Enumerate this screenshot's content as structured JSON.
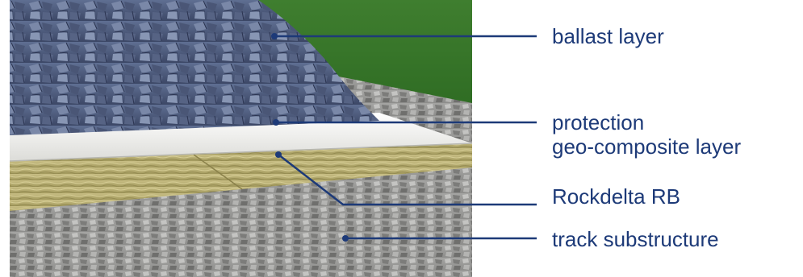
{
  "diagram": {
    "accent_color": "#1d3a78",
    "layers": [
      {
        "id": "ballast",
        "label": "ballast layer"
      },
      {
        "id": "protection",
        "label_line1": "protection",
        "label_line2": "geo-composite layer"
      },
      {
        "id": "rockdelta",
        "label": "Rockdelta RB"
      },
      {
        "id": "substructure",
        "label": "track substructure"
      }
    ]
  }
}
